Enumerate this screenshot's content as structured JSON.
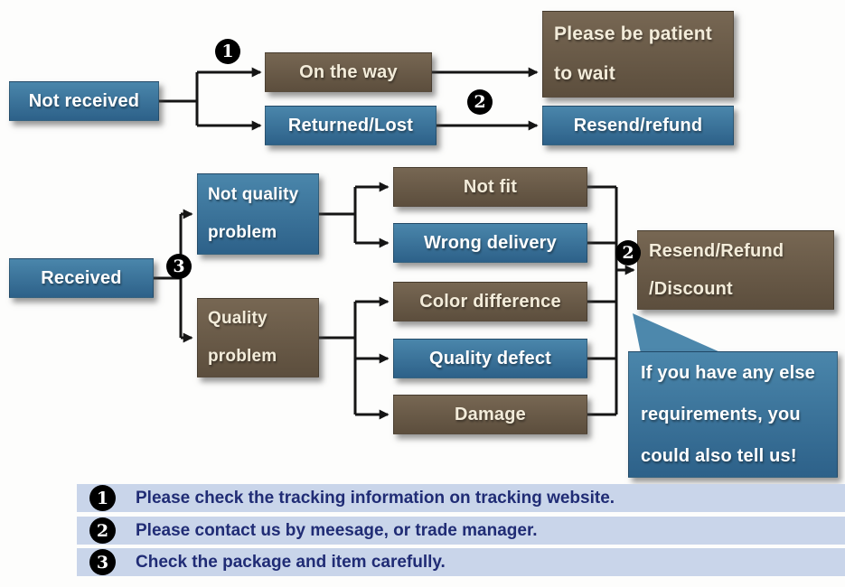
{
  "colors": {
    "node_blue": "#33688f",
    "node_brown": "#6b5b46",
    "legend_bar": "#c9d5ea",
    "legend_text": "#202c75",
    "connector": "#151515",
    "marker_bg": "#000000"
  },
  "nodes": {
    "not_received": {
      "label": "Not received"
    },
    "on_the_way": {
      "label": "On the way"
    },
    "please_be_patient": {
      "line1": "Please be patient",
      "line2": "to wait"
    },
    "returned_lost": {
      "label": "Returned/Lost"
    },
    "resend_refund": {
      "label": "Resend/refund"
    },
    "received": {
      "label": "Received"
    },
    "not_quality_problem": {
      "line1": "Not quality",
      "line2": "problem"
    },
    "quality_problem": {
      "line1": "Quality",
      "line2": "problem"
    },
    "not_fit": {
      "label": "Not fit"
    },
    "wrong_delivery": {
      "label": "Wrong delivery"
    },
    "color_difference": {
      "label": "Color difference"
    },
    "quality_defect": {
      "label": "Quality defect"
    },
    "damage": {
      "label": "Damage"
    },
    "resend_refund_discount": {
      "line1": "Resend/Refund",
      "line2": "/Discount"
    },
    "speech_bubble": {
      "line1": "If you have any else",
      "line2": "requirements, you",
      "line3": "could also tell us!"
    }
  },
  "markers": {
    "one": "1",
    "two": "2",
    "three": "3"
  },
  "legend": [
    {
      "number": "1",
      "text": "Please check the tracking information on tracking website."
    },
    {
      "number": "2",
      "text": "Please contact us by meesage, or trade manager."
    },
    {
      "number": "3",
      "text": "Check the package and item carefully."
    }
  ]
}
